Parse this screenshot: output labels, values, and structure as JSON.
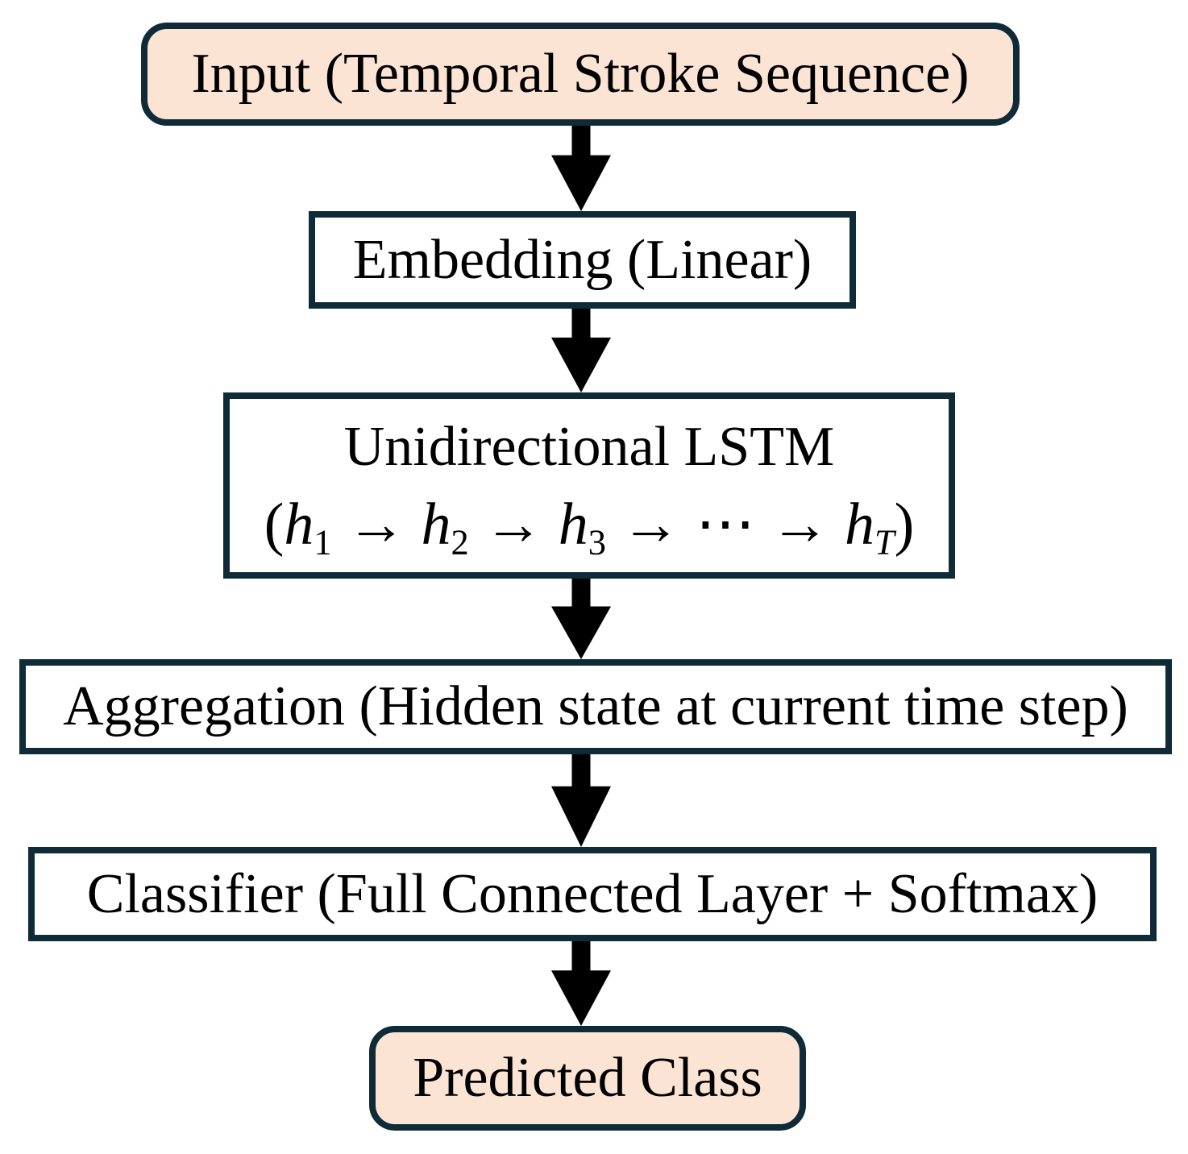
{
  "colors": {
    "box_border": "#0f2b38",
    "terminal_fill": "#fce4d5",
    "process_fill": "#ffffff",
    "arrow": "#000000",
    "text": "#000000",
    "background": "#ffffff"
  },
  "flowchart": {
    "nodes": [
      {
        "id": "input",
        "type": "terminal",
        "label": "Input (Temporal Stroke Sequence)"
      },
      {
        "id": "embedding",
        "type": "process",
        "label": "Embedding (Linear)"
      },
      {
        "id": "lstm",
        "type": "process",
        "label": "Unidirectional LSTM",
        "math": [
          {
            "t": "("
          },
          {
            "t": "h",
            "i": true,
            "s": "1"
          },
          {
            "t": " → "
          },
          {
            "t": "h",
            "i": true,
            "s": "2"
          },
          {
            "t": " → "
          },
          {
            "t": "h",
            "i": true,
            "s": "3"
          },
          {
            "t": " → ⋯ → "
          },
          {
            "t": "h",
            "i": true,
            "s": "T"
          },
          {
            "t": ")"
          }
        ]
      },
      {
        "id": "aggregation",
        "type": "process",
        "label": "Aggregation (Hidden state at current time step)"
      },
      {
        "id": "classifier",
        "type": "process",
        "label": "Classifier (Full Connected Layer + Softmax)"
      },
      {
        "id": "predicted",
        "type": "terminal",
        "label": "Predicted Class"
      }
    ],
    "edges": [
      {
        "from": "input",
        "to": "embedding",
        "direction": "down"
      },
      {
        "from": "embedding",
        "to": "lstm",
        "direction": "down"
      },
      {
        "from": "lstm",
        "to": "aggregation",
        "direction": "down"
      },
      {
        "from": "aggregation",
        "to": "classifier",
        "direction": "down"
      },
      {
        "from": "classifier",
        "to": "predicted",
        "direction": "down"
      }
    ]
  }
}
